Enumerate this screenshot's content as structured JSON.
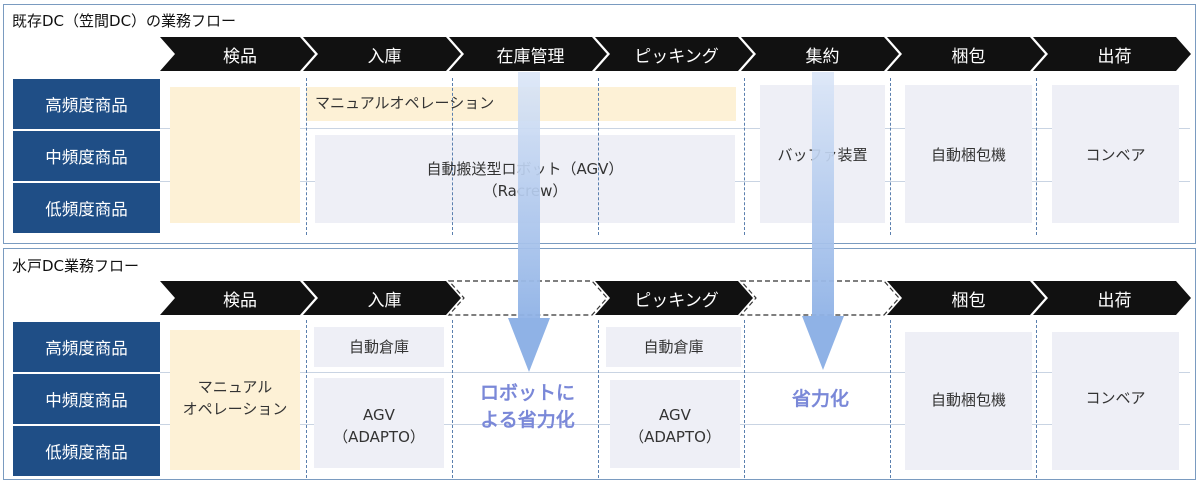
{
  "existing": {
    "title": "既存DC（笠間DC）の業務フロー",
    "steps": [
      "検品",
      "入庫",
      "在庫管理",
      "ピッキング",
      "集約",
      "梱包",
      "出荷"
    ],
    "rows": [
      "高頻度商品",
      "中頻度商品",
      "低頻度商品"
    ],
    "manual": "マニュアルオペレーション",
    "agv_line1": "自動搬送型ロボット（AGV）",
    "agv_line2": "（Racrew）",
    "buffer": "バッファ装置",
    "packer": "自動梱包機",
    "conveyor": "コンベア"
  },
  "mito": {
    "title": "水戸DC業務フロー",
    "steps": [
      "検品",
      "入庫",
      "",
      "ピッキング",
      "",
      "梱包",
      "出荷"
    ],
    "rows": [
      "高頻度商品",
      "中頻度商品",
      "低頻度商品"
    ],
    "manual_line1": "マニュアル",
    "manual_line2": "オペレーション",
    "auto_storage_1": "自動倉庫",
    "agv1_line1": "AGV",
    "agv1_line2": "（ADAPTO）",
    "robot_line1": "ロボットに",
    "robot_line2": "よる省力化",
    "auto_storage_2": "自動倉庫",
    "agv2_line1": "AGV",
    "agv2_line2": "（ADAPTO）",
    "labor_saving": "省力化",
    "packer": "自動梱包機",
    "conveyor": "コンベア"
  },
  "colors": {
    "chevron": "#111111",
    "row_label": "#1f4e86",
    "cell": "#eeeff6",
    "manual_cell": "#fdf1d6",
    "arrow": "#a9c4ea",
    "emphasis": "#7a88d8"
  }
}
